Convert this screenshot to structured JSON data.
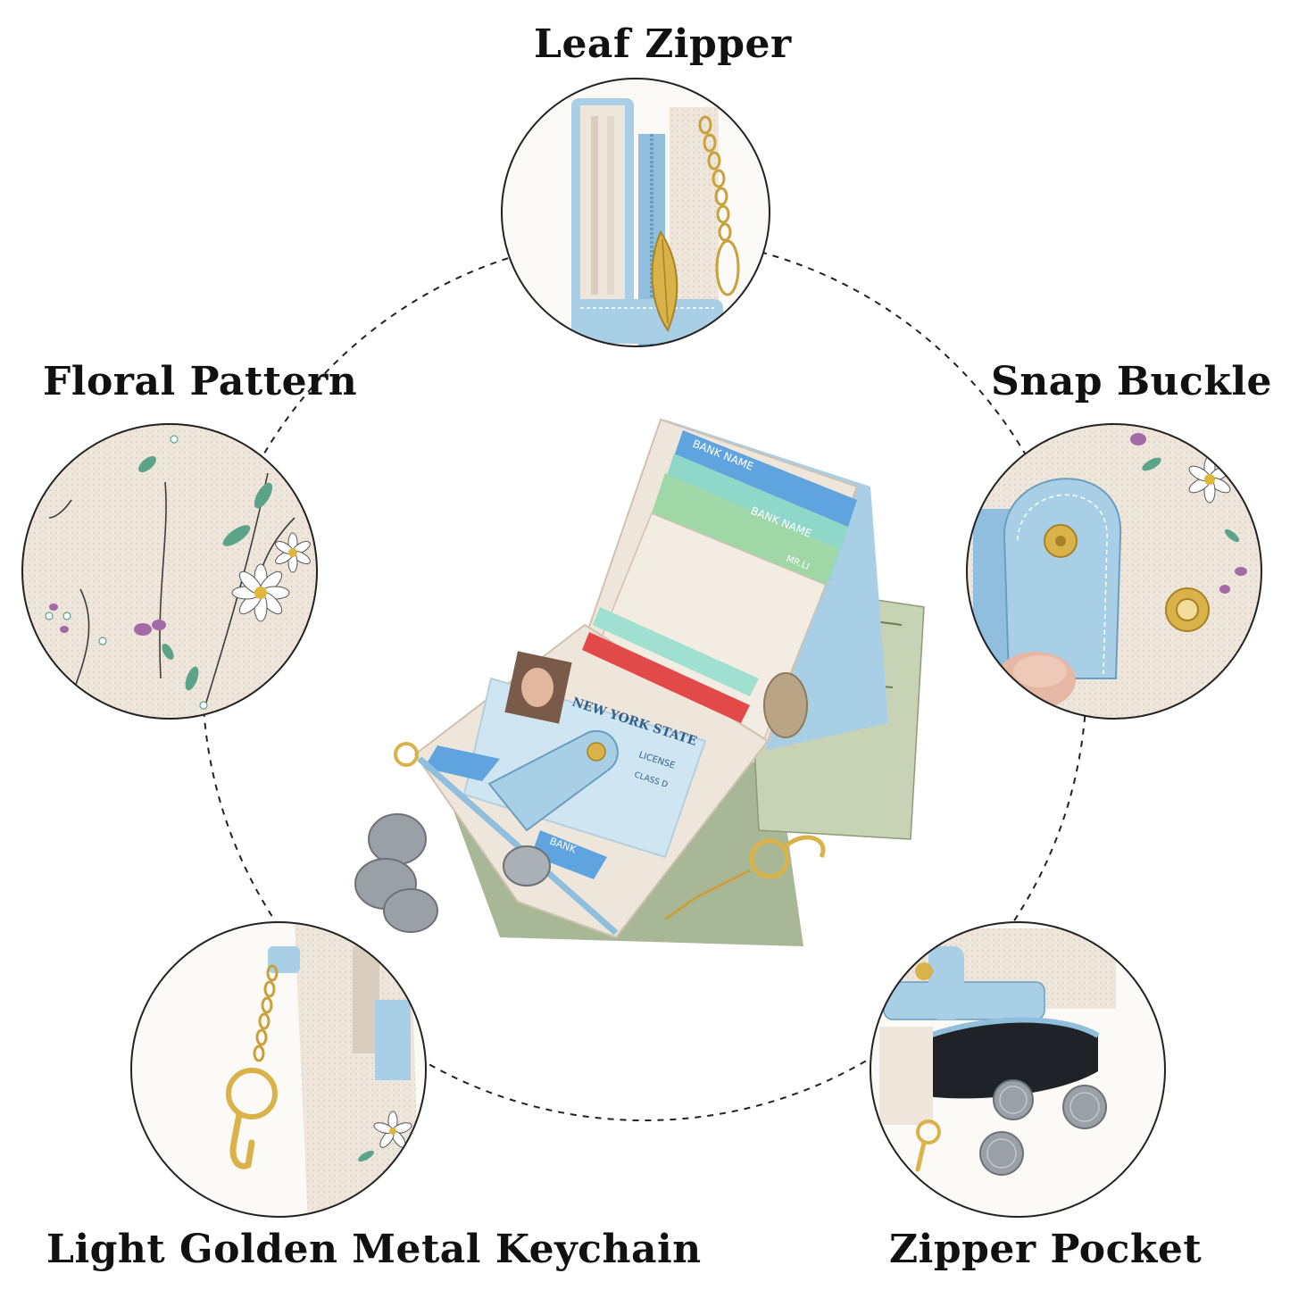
{
  "features": {
    "leaf_zipper": "Leaf Zipper",
    "floral_pattern": "Floral Pattern",
    "snap_buckle": "Snap Buckle",
    "keychain": "Light Golden Metal Keychain",
    "zipper_pocket": "Zipper Pocket"
  },
  "cards": {
    "bank_name_1": "BANK NAME",
    "bank_name_2": "BANK NAME",
    "card_holder": "MR.LI",
    "id_state": "NEW YORK STATE",
    "id_license": "LICENSE",
    "id_class": "CLASS D",
    "bank_short": "BANK"
  },
  "colors": {
    "wallet_cream": "#efe6db",
    "wallet_blue": "#a9cfe6",
    "gold": "#d9b24a",
    "dashed_line": "#222222"
  }
}
